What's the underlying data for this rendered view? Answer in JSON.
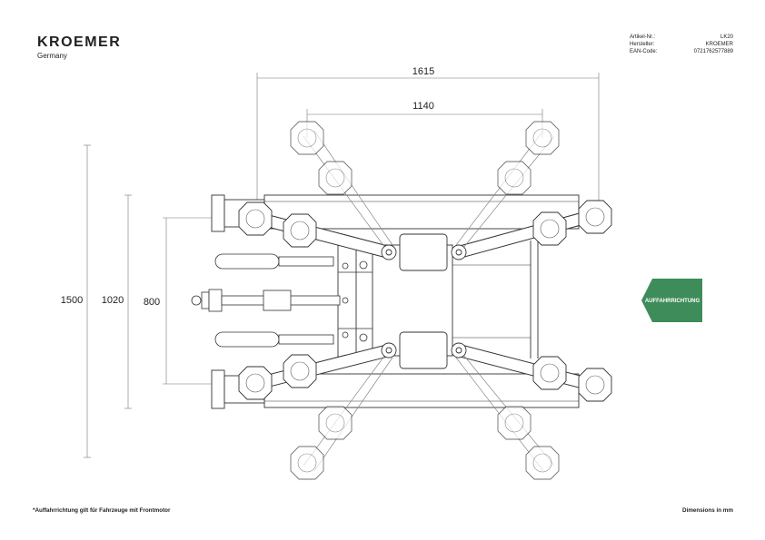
{
  "brand": {
    "name": "KROEMER",
    "sub": "Germany"
  },
  "info": {
    "labels": [
      "Artikel-Nr.:",
      "Hersteller:",
      "EAN-Code:"
    ],
    "values": [
      "LK20",
      "KROEMER",
      "0721762577889"
    ]
  },
  "dimensions": {
    "w_outer": "1615",
    "w_inner": "1140",
    "h_total": "1500",
    "h_mid": "1020",
    "h_inner": "800"
  },
  "direction_arrow": {
    "label": "AUFFAHRRICHTUNG",
    "color": "#3e8c5a"
  },
  "footer": {
    "note": "*Auffahrrichtung gilt für Fahrzeuge mit Frontmotor",
    "units": "Dimensions in mm"
  }
}
